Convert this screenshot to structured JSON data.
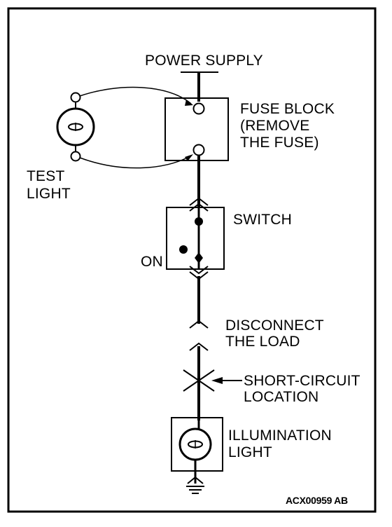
{
  "labels": {
    "power_supply": "POWER SUPPLY",
    "fuse_block": [
      "FUSE BLOCK",
      "(REMOVE",
      "THE FUSE)"
    ],
    "test_light": [
      "TEST",
      "LIGHT"
    ],
    "switch": "SWITCH",
    "on": "ON",
    "disconnect": [
      "DISCONNECT",
      "THE LOAD"
    ],
    "short_circuit": [
      "SHORT-CIRCUIT",
      "LOCATION"
    ],
    "illumination": [
      "ILLUMINATION",
      "LIGHT"
    ]
  },
  "figure_code": "ACX00959 AB",
  "colors": {
    "ink": "#000000",
    "paper": "#ffffff"
  }
}
